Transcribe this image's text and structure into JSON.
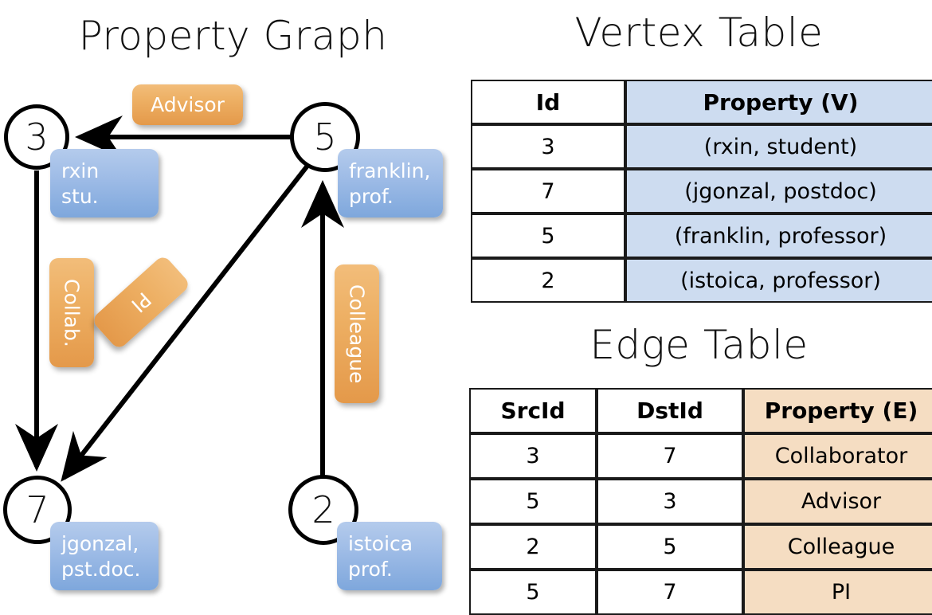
{
  "titles": {
    "property_graph": "Property Graph",
    "vertex_table": "Vertex Table",
    "edge_table": "Edge Table"
  },
  "colors": {
    "vertex_property_fill": "#cddcf0",
    "edge_property_fill": "#f5ddc2",
    "node_box_blue": "#9dbbe6",
    "edge_label_orange": "#edaf63",
    "stroke": "#000000",
    "background": "#ffffff"
  },
  "graph": {
    "nodes": [
      {
        "id": "3",
        "property_lines": [
          "rxin",
          "stu."
        ]
      },
      {
        "id": "5",
        "property_lines": [
          "franklin,",
          "prof."
        ]
      },
      {
        "id": "7",
        "property_lines": [
          "jgonzal,",
          "pst.doc."
        ]
      },
      {
        "id": "2",
        "property_lines": [
          "istoica",
          "prof."
        ]
      }
    ],
    "edges": [
      {
        "src": "5",
        "dst": "3",
        "label": "Advisor"
      },
      {
        "src": "3",
        "dst": "7",
        "label": "Collab."
      },
      {
        "src": "5",
        "dst": "7",
        "label": "PI"
      },
      {
        "src": "2",
        "dst": "5",
        "label": "Colleague"
      }
    ]
  },
  "vertex_table": {
    "headers": [
      "Id",
      "Property (V)"
    ],
    "rows": [
      [
        "3",
        "(rxin, student)"
      ],
      [
        "7",
        "(jgonzal, postdoc)"
      ],
      [
        "5",
        "(franklin, professor)"
      ],
      [
        "2",
        "(istoica, professor)"
      ]
    ]
  },
  "edge_table": {
    "headers": [
      "SrcId",
      "DstId",
      "Property (E)"
    ],
    "rows": [
      [
        "3",
        "7",
        "Collaborator"
      ],
      [
        "5",
        "3",
        "Advisor"
      ],
      [
        "2",
        "5",
        "Colleague"
      ],
      [
        "5",
        "7",
        "PI"
      ]
    ]
  }
}
